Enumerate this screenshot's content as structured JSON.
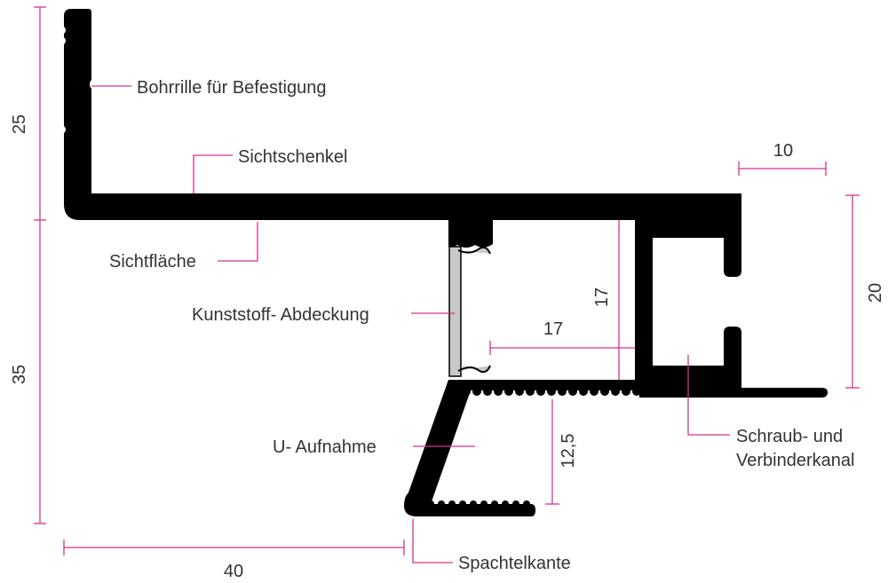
{
  "labels": {
    "bohrrille": "Bohrrille für Befestigung",
    "sichtschenkel": "Sichtschenkel",
    "sichtflaeche": "Sichtfläche",
    "abdeckung": "Kunststoff- Abdeckung",
    "u_aufnahme": "U- Aufnahme",
    "kanal_line1": "Schraub- und",
    "kanal_line2": "Verbinderkanal",
    "spachtelkante": "Spachtelkante"
  },
  "dimensions": {
    "left_upper": "25",
    "left_lower": "35",
    "bottom_width": "40",
    "top_right": "10",
    "right_height": "20",
    "inner_height": "17",
    "inner_width": "17",
    "u_depth": "12,5"
  },
  "colors": {
    "profile": "#000000",
    "cover": "#c8c8c8",
    "dimension_line": "#d6338a",
    "text": "#333333"
  }
}
